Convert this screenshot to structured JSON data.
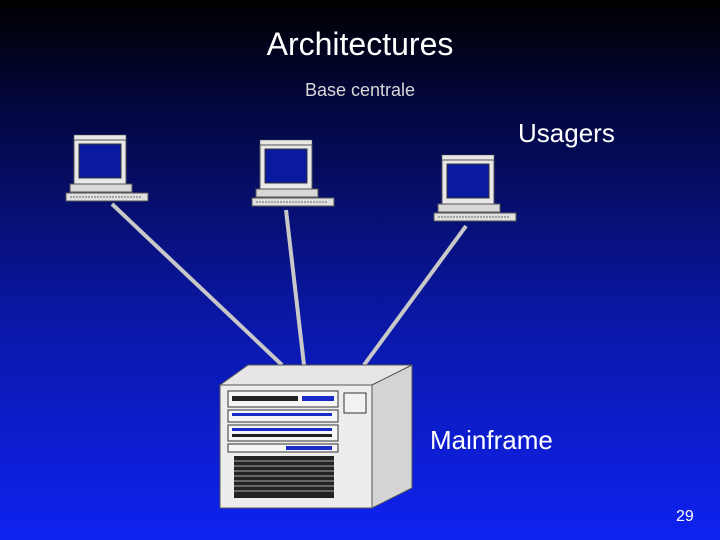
{
  "slide": {
    "title": "Architectures",
    "subtitle": "Base centrale",
    "page_number": "29"
  },
  "diagram": {
    "users_label": "Usagers",
    "mainframe_label": "Mainframe",
    "terminals": [
      "terminal-1",
      "terminal-2",
      "terminal-3"
    ],
    "icons": {
      "terminal": "computer-terminal-icon",
      "mainframe": "mainframe-server-icon"
    }
  },
  "colors": {
    "background_top": "#000000",
    "background_bottom": "#0f22f0",
    "text": "#ffffff",
    "screen": "#0a1aa0",
    "device_body": "#e8e8e8",
    "connection": "#c8c8c8"
  }
}
